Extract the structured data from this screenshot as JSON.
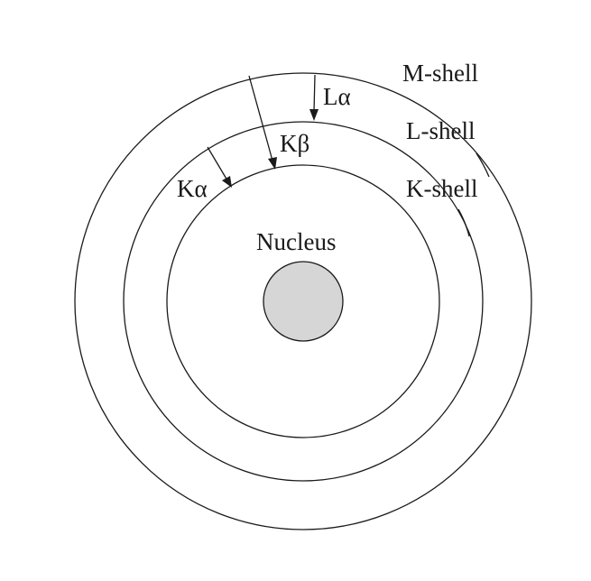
{
  "labels": {
    "m_shell": "M-shell",
    "l_shell": "L-shell",
    "k_shell": "K-shell",
    "nucleus": "Nucleus",
    "l_alpha": "Lα",
    "k_beta": "Kβ",
    "k_alpha": "Kα"
  },
  "colors": {
    "line": "#1a1a1a",
    "nucleus_fill": "#d6d6d6",
    "background": "#ffffff"
  }
}
